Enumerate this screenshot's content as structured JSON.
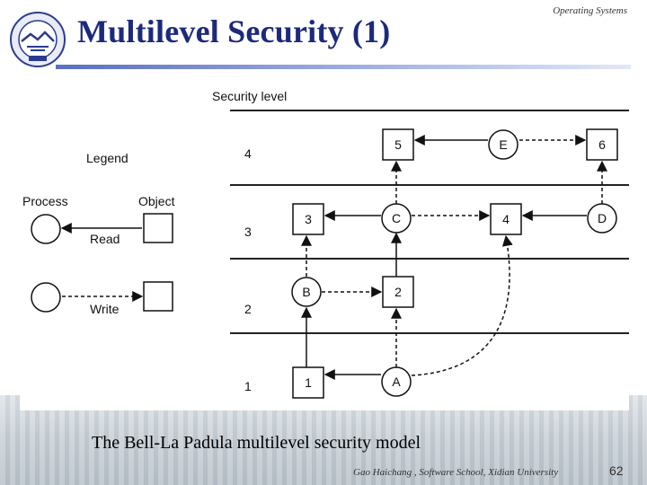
{
  "header": {
    "title": "Multilevel Security (1)",
    "course": "Operating Systems"
  },
  "diagram": {
    "security_level_heading": "Security level",
    "levels": [
      "4",
      "3",
      "2",
      "1"
    ],
    "legend": {
      "heading": "Legend",
      "process_label": "Process",
      "object_label": "Object",
      "read_label": "Read",
      "write_label": "Write"
    },
    "processes": [
      "E",
      "C",
      "D",
      "B",
      "A"
    ],
    "objects": [
      "5",
      "6",
      "3",
      "4",
      "2",
      "1"
    ]
  },
  "caption": "The Bell-La Padula multilevel security model",
  "footer": {
    "credit": "Gao Haichang , Software School, Xidian University",
    "page_number": "62"
  },
  "colors": {
    "title": "#1c2a7c",
    "rule": "#5b6fbf"
  }
}
